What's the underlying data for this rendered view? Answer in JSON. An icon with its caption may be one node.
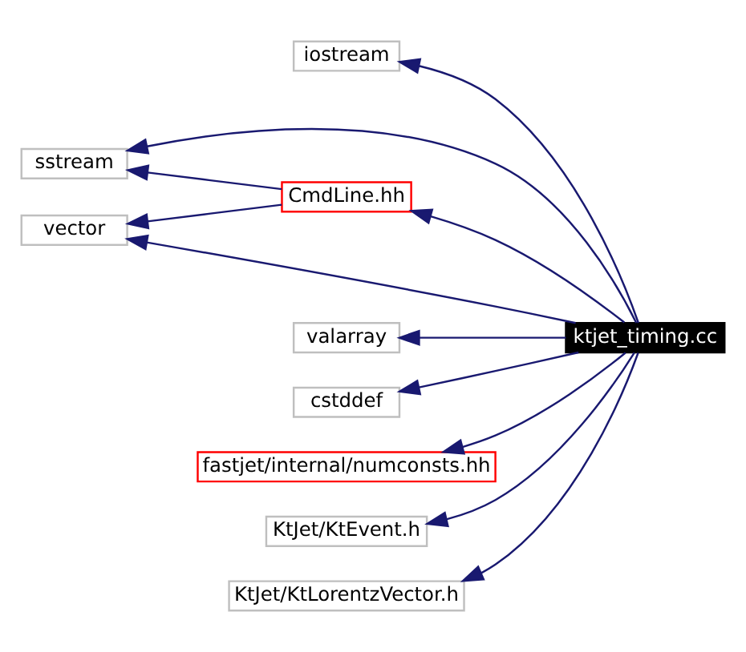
{
  "diagram": {
    "nodes": [
      {
        "text": [
          "ktjet_timing.cc"
        ]
      },
      {
        "text": [
          "iostream"
        ]
      },
      {
        "text": [
          "sstream"
        ]
      },
      {
        "text": [
          "CmdLine.hh"
        ]
      },
      {
        "text": [
          "vector"
        ]
      },
      {
        "text": [
          "valarray"
        ]
      },
      {
        "text": [
          "cstddef"
        ]
      },
      {
        "text": [
          "fastjet/internal/numconsts.hh"
        ]
      },
      {
        "text": [
          "KtJet/KtEvent.h"
        ]
      },
      {
        "text": [
          "KtJet/KtLorentzVector.h"
        ]
      }
    ],
    "edges": [
      {
        "from": 0,
        "to": 1,
        "arrow": "to"
      },
      {
        "from": 0,
        "to": 2,
        "arrow": "to"
      },
      {
        "from": 0,
        "to": 3,
        "arrow": "to"
      },
      {
        "from": 3,
        "to": 2,
        "arrow": "to"
      },
      {
        "from": 3,
        "to": 4,
        "arrow": "to"
      },
      {
        "from": 0,
        "to": 4,
        "arrow": "to"
      },
      {
        "from": 0,
        "to": 5,
        "arrow": "to"
      },
      {
        "from": 0,
        "to": 6,
        "arrow": "to"
      },
      {
        "from": 0,
        "to": 7,
        "arrow": "to"
      },
      {
        "from": 0,
        "to": 8,
        "arrow": "to"
      },
      {
        "from": 0,
        "to": 9,
        "arrow": "to"
      }
    ]
  }
}
